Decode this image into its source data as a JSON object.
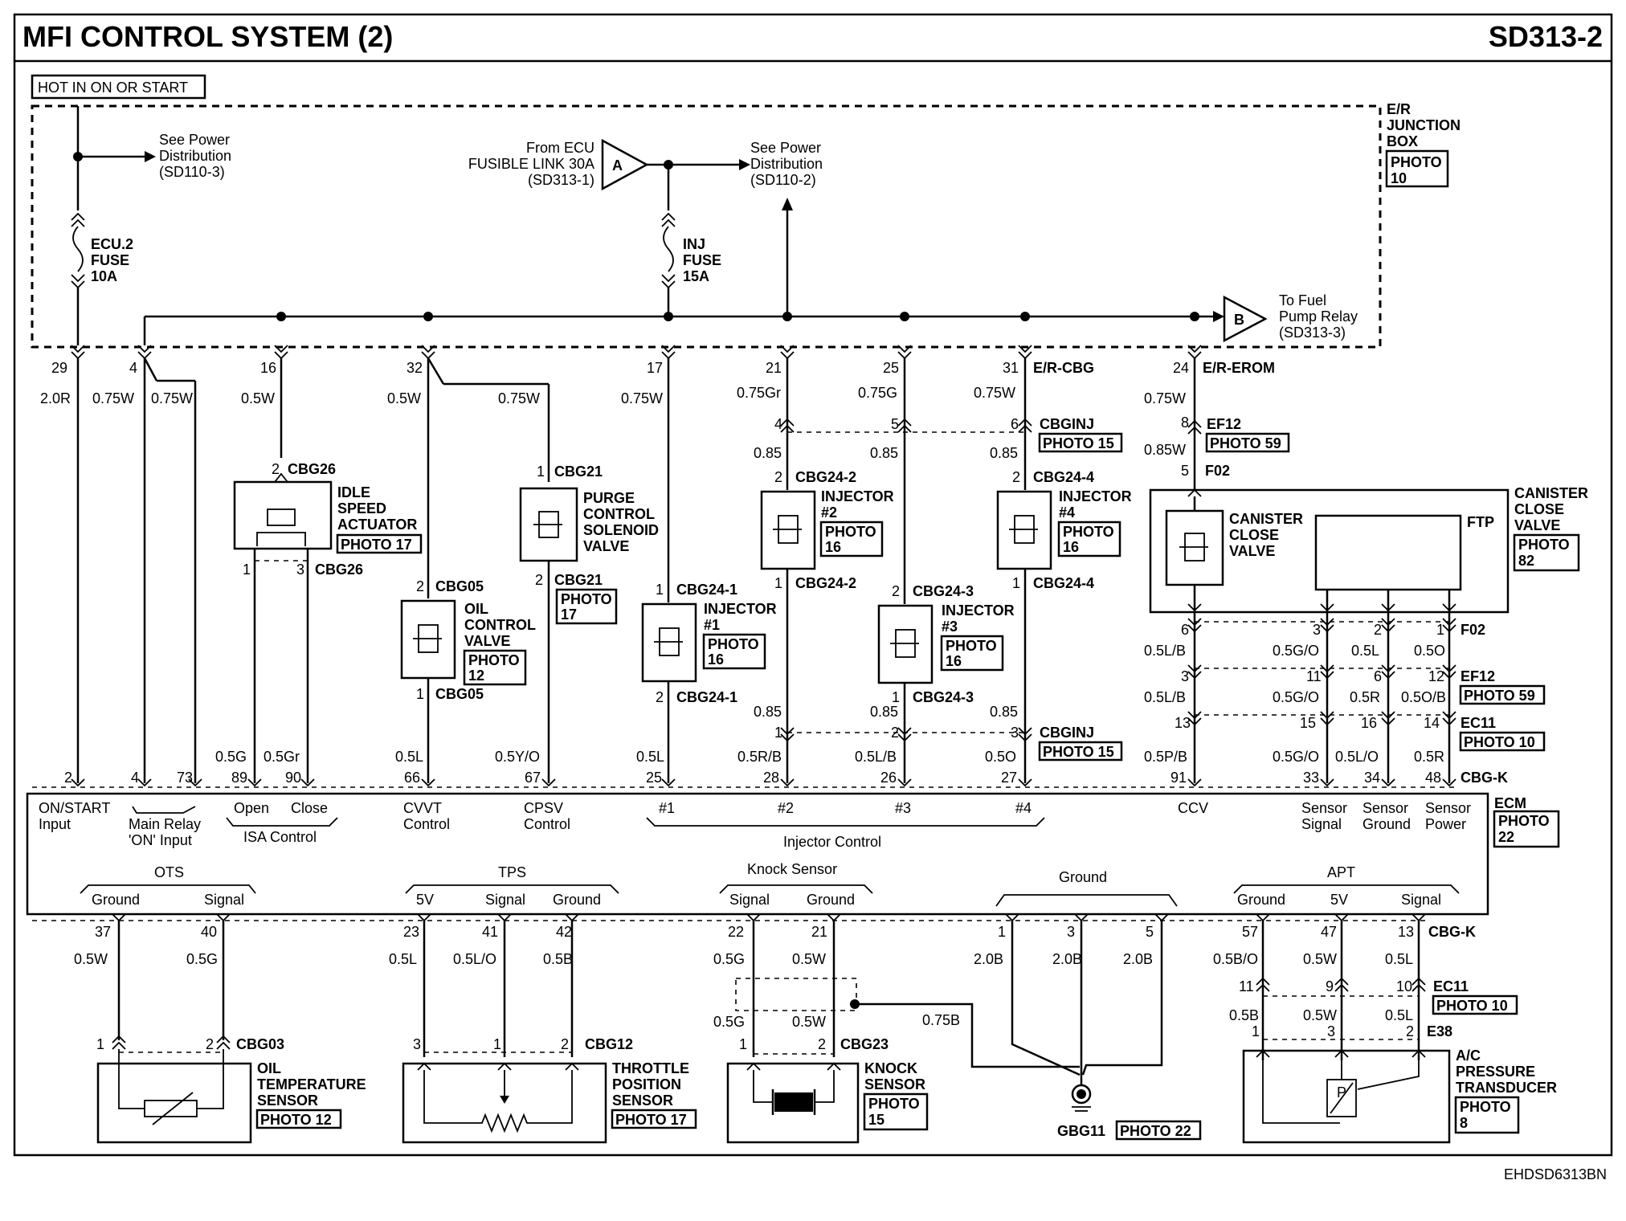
{
  "header": {
    "title": "MFI CONTROL SYSTEM (2)",
    "code": "SD313-2",
    "hot_label": "HOT IN ON OR START",
    "footer_code": "EHDSD6313BN"
  },
  "power": {
    "see_power_1": [
      "See Power",
      "Distribution",
      "(SD110-3)"
    ],
    "ecu2_fuse": [
      "ECU.2",
      "FUSE",
      "10A"
    ],
    "from_ecu": [
      "From ECU",
      "FUSIBLE LINK 30A",
      "(SD313-1)"
    ],
    "conn_a": "A",
    "see_power_2": [
      "See Power",
      "Distribution",
      "(SD110-2)"
    ],
    "inj_fuse": [
      "INJ",
      "FUSE",
      "15A"
    ],
    "junction_box": [
      "E/R",
      "JUNCTION",
      "BOX"
    ],
    "photo_jb": [
      "PHOTO",
      "10"
    ],
    "conn_b": "B",
    "to_fuel": [
      "To Fuel",
      "Pump Relay",
      "(SD313-3)"
    ],
    "er_cbg": "E/R-CBG",
    "er_erom": "E/R-EROM"
  },
  "wires_top": {
    "pins": [
      "29",
      "4",
      "16",
      "32",
      "17",
      "21",
      "25",
      "31",
      "24"
    ],
    "colors": [
      "2.0R",
      "0.75W",
      "0.75W",
      "0.5W",
      "0.5W",
      "0.75W",
      "0.75W",
      "0.75Gr",
      "0.75G",
      "0.75W",
      "0.75W"
    ]
  },
  "components": {
    "isa": {
      "title": [
        "IDLE",
        "SPEED",
        "ACTUATOR"
      ],
      "photo": "PHOTO 17",
      "conn_top": "CBG26",
      "conn_bot": "CBG26",
      "pin_top": "2",
      "pin_b1": "1",
      "pin_b2": "3"
    },
    "purge": {
      "title": [
        "PURGE",
        "CONTROL",
        "SOLENOID",
        "VALVE"
      ],
      "photo": [
        "PHOTO",
        "17"
      ],
      "conn_top": "CBG21",
      "conn_bot": "CBG21",
      "pin_top": "1",
      "pin_bot": "2"
    },
    "ocv": {
      "title": [
        "OIL",
        "CONTROL",
        "VALVE"
      ],
      "photo": [
        "PHOTO",
        "12"
      ],
      "conn_top": "CBG05",
      "conn_bot": "CBG05",
      "pin_top": "2",
      "pin_bot": "1"
    },
    "inj1": {
      "title": [
        "INJECTOR",
        "#1"
      ],
      "photo": [
        "PHOTO",
        "16"
      ],
      "conn_top": "CBG24-1",
      "conn_bot": "CBG24-1",
      "pin_top": "1",
      "pin_bot": "2"
    },
    "inj2": {
      "title": [
        "INJECTOR",
        "#2"
      ],
      "photo": [
        "PHOTO",
        "16"
      ],
      "conn_top": "CBG24-2",
      "conn_bot": "CBG24-2",
      "pin_top": "2",
      "pin_bot": "1"
    },
    "inj3": {
      "title": [
        "INJECTOR",
        "#3"
      ],
      "photo": [
        "PHOTO",
        "16"
      ],
      "conn_top": "CBG24-3",
      "conn_bot": "CBG24-3",
      "pin_top": "2",
      "pin_bot": "1"
    },
    "inj4": {
      "title": [
        "INJECTOR",
        "#4"
      ],
      "photo": [
        "PHOTO",
        "16"
      ],
      "conn_top": "CBG24-4",
      "conn_bot": "CBG24-4",
      "pin_top": "2",
      "pin_bot": "1"
    },
    "cbginj_top": {
      "label": "CBGINJ",
      "photo": "PHOTO 15",
      "pins": [
        "4",
        "5",
        "6"
      ],
      "sizes": [
        "0.85",
        "0.85",
        "0.85"
      ]
    },
    "cbginj_bot": {
      "label": "CBGINJ",
      "photo": "PHOTO 15",
      "pins": [
        "1",
        "2",
        "3"
      ],
      "sizes": [
        "0.85",
        "0.85",
        "0.85"
      ]
    },
    "ef12_top": {
      "label": "EF12",
      "photo": "PHOTO 59",
      "pin": "8",
      "color": "0.85W",
      "f02_pin": "5",
      "f02": "F02"
    },
    "canister": {
      "title": [
        "CANISTER",
        "CLOSE",
        "VALVE"
      ],
      "outer_title": [
        "CANISTER",
        "CLOSE",
        "VALVE"
      ],
      "photo": [
        "PHOTO",
        "82"
      ],
      "ftp": "FTP"
    },
    "can_conn": {
      "f02": "F02",
      "f02_pins": [
        "6",
        "3",
        "2",
        "1"
      ],
      "colors1": [
        "0.5L/B",
        "0.5G/O",
        "0.5L",
        "0.5O"
      ],
      "ef12": "EF12",
      "ef12_photo": "PHOTO 59",
      "ef12_pins": [
        "3",
        "11",
        "6",
        "12"
      ],
      "colors2": [
        "0.5L/B",
        "0.5G/O",
        "0.5R",
        "0.5O/B"
      ],
      "ec11": "EC11",
      "ec11_photo": "PHOTO 10",
      "ec11_pins": [
        "13",
        "15",
        "16",
        "14"
      ]
    },
    "ecm": {
      "name": "ECM",
      "photo": [
        "PHOTO",
        "22"
      ],
      "connector": "CBG-K",
      "top_pins": [
        "2",
        "4",
        "73",
        "89",
        "90",
        "66",
        "67",
        "25",
        "28",
        "26",
        "27",
        "91",
        "33",
        "34",
        "48"
      ],
      "top_colors": [
        "0.5G",
        "0.5Gr",
        "0.5L",
        "0.5Y/O",
        "0.5L",
        "0.5R/B",
        "0.5L/B",
        "0.5O",
        "0.5P/B",
        "0.5G/O",
        "0.5L/O",
        "0.5R"
      ],
      "labels": {
        "on_start": [
          "ON/START",
          "Input"
        ],
        "main_relay": [
          "Main Relay",
          "'ON' Input"
        ],
        "open": "Open",
        "close": "Close",
        "isa": "ISA Control",
        "cvvt": [
          "CVVT",
          "Control"
        ],
        "cpsv": [
          "CPSV",
          "Control"
        ],
        "inj": [
          "#1",
          "#2",
          "#3",
          "#4"
        ],
        "inj_ctrl": "Injector Control",
        "ccv": "CCV",
        "sensor_signal": [
          "Sensor",
          "Signal"
        ],
        "sensor_ground": [
          "Sensor",
          "Ground"
        ],
        "sensor_power": [
          "Sensor",
          "Power"
        ],
        "ots": "OTS",
        "tps": "TPS",
        "knock": "Knock Sensor",
        "ground": "Ground",
        "apt": "APT",
        "ground_w": "Ground",
        "signal_w": "Signal",
        "fivev": "5V"
      },
      "bottom_pins": [
        "37",
        "40",
        "23",
        "41",
        "42",
        "22",
        "21",
        "1",
        "3",
        "5",
        "57",
        "47",
        "13"
      ],
      "bottom_connector": "CBG-K"
    },
    "bottom_colors": [
      "0.5W",
      "0.5G",
      "0.5L",
      "0.5L/O",
      "0.5B",
      "0.5G",
      "0.5W",
      "2.0B",
      "2.0B",
      "2.0B",
      "0.5B/O",
      "0.5W",
      "0.5L"
    ],
    "ots": {
      "title": [
        "OIL",
        "TEMPERATURE",
        "SENSOR"
      ],
      "photo": "PHOTO 12",
      "conn": "CBG03",
      "pins": [
        "1",
        "2"
      ]
    },
    "tps": {
      "title": [
        "THROTTLE",
        "POSITION",
        "SENSOR"
      ],
      "photo": "PHOTO 17",
      "conn": "CBG12",
      "pins": [
        "3",
        "1",
        "2"
      ]
    },
    "knock": {
      "title": [
        "KNOCK",
        "SENSOR"
      ],
      "photo": [
        "PHOTO",
        "15"
      ],
      "conn": "CBG23",
      "pins": [
        "1",
        "2"
      ],
      "colors": [
        "0.5G",
        "0.5W"
      ],
      "shield": "0.75B"
    },
    "ground": {
      "label": "GBG11",
      "photo": "PHOTO 22"
    },
    "apt": {
      "title": [
        "A/C",
        "PRESSURE",
        "TRANSDUCER"
      ],
      "photo": [
        "PHOTO",
        "8"
      ],
      "ec11": "EC11",
      "ec11_photo": "PHOTO 10",
      "ec11_pins": [
        "11",
        "9",
        "10"
      ],
      "e38": "E38",
      "e38_pins": [
        "1",
        "3",
        "2"
      ],
      "colors": [
        "0.5B",
        "0.5W",
        "0.5L"
      ]
    }
  }
}
